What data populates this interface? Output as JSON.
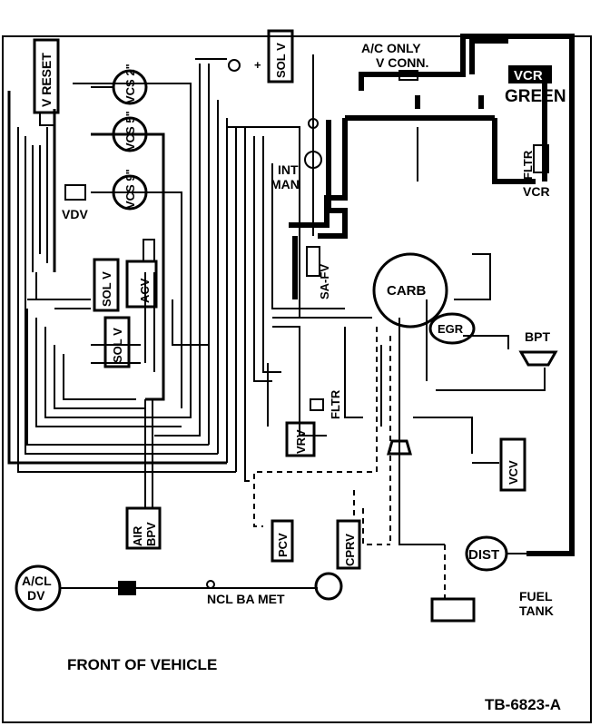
{
  "diagram": {
    "labels": {
      "v_reset": "V RESET",
      "vcs_2": "VCS 2\"",
      "vcs_5": "VCS 5\"",
      "vcs_9": "VCS 9\"",
      "vdv": "VDV",
      "sol_v_top": "SOL V",
      "sol_v_mid": "SOL V",
      "sol_v_low": "SOL V",
      "acv": "ACV",
      "ac_only": "A/C ONLY",
      "v_conn": "V CONN.",
      "vcr_top": "VCR",
      "green": "GREEN",
      "fltr_right": "FLTR",
      "vcr_right": "VCR",
      "int_man_1": "INT",
      "int_man_2": "MAN",
      "sa_fv": "SA-FV",
      "carb": "CARB",
      "egr": "EGR",
      "bpt": "BPT",
      "fltr_center": "FLTR",
      "vrv": "VRV",
      "vcv": "VCV",
      "air_bpv_1": "AIR",
      "air_bpv_2": "BPV",
      "pcv": "PCV",
      "cprv": "CPRV",
      "dist": "DIST",
      "fuel": "FUEL",
      "tank": "TANK",
      "a_cl_1": "A/CL",
      "a_cl_2": "DV",
      "ncl_ba_met": "NCL BA MET",
      "front": "FRONT OF VEHICLE",
      "ref": "TB-6823-A"
    }
  }
}
